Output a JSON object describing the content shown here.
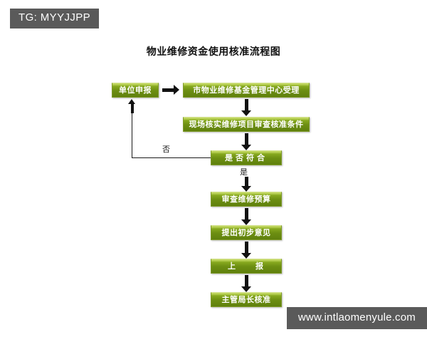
{
  "watermarks": {
    "top_left_tag": "TG: MYYJJPP",
    "bottom_right_url": "www.intlaomenyule.com"
  },
  "title": "物业维修资金使用核准流程图",
  "flowchart": {
    "nodes": [
      {
        "id": "apply",
        "label": "单位申报"
      },
      {
        "id": "accept",
        "label": "市物业维修基金管理中心受理"
      },
      {
        "id": "verify",
        "label": "现场核实维修项目审查核准条件"
      },
      {
        "id": "decision",
        "label": "是否符合"
      },
      {
        "id": "budget",
        "label": "审查维修预算"
      },
      {
        "id": "opinion",
        "label": "提出初步意见"
      },
      {
        "id": "report",
        "label": "上　　报"
      },
      {
        "id": "approve",
        "label": "主管局长核准"
      }
    ],
    "edge_labels": {
      "no": "否",
      "yes": "是"
    }
  },
  "colors": {
    "node_fill": "#6d8f12",
    "node_fill_light": "#b2cc4d",
    "node_text": "#ffffff",
    "connector": "#111111",
    "watermark_bg": "#5a5a5a",
    "page_bg": "#ffffff"
  }
}
